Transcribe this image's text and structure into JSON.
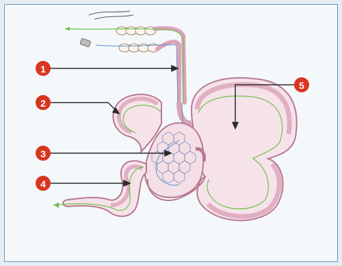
{
  "diagram": {
    "callouts": [
      {
        "label": "1"
      },
      {
        "label": "2"
      },
      {
        "label": "3"
      },
      {
        "label": "4"
      },
      {
        "label": "5"
      }
    ]
  },
  "colors": {
    "badge": "#d9351f",
    "tissue": "#dba3b8",
    "tissue_dark": "#b77890",
    "tissue_light": "#f6e3ea",
    "flow_line": "#6cc04a",
    "vessel": "#5a8fc6",
    "arrow": "#2b2b2b",
    "frame": "#6f93b0"
  }
}
